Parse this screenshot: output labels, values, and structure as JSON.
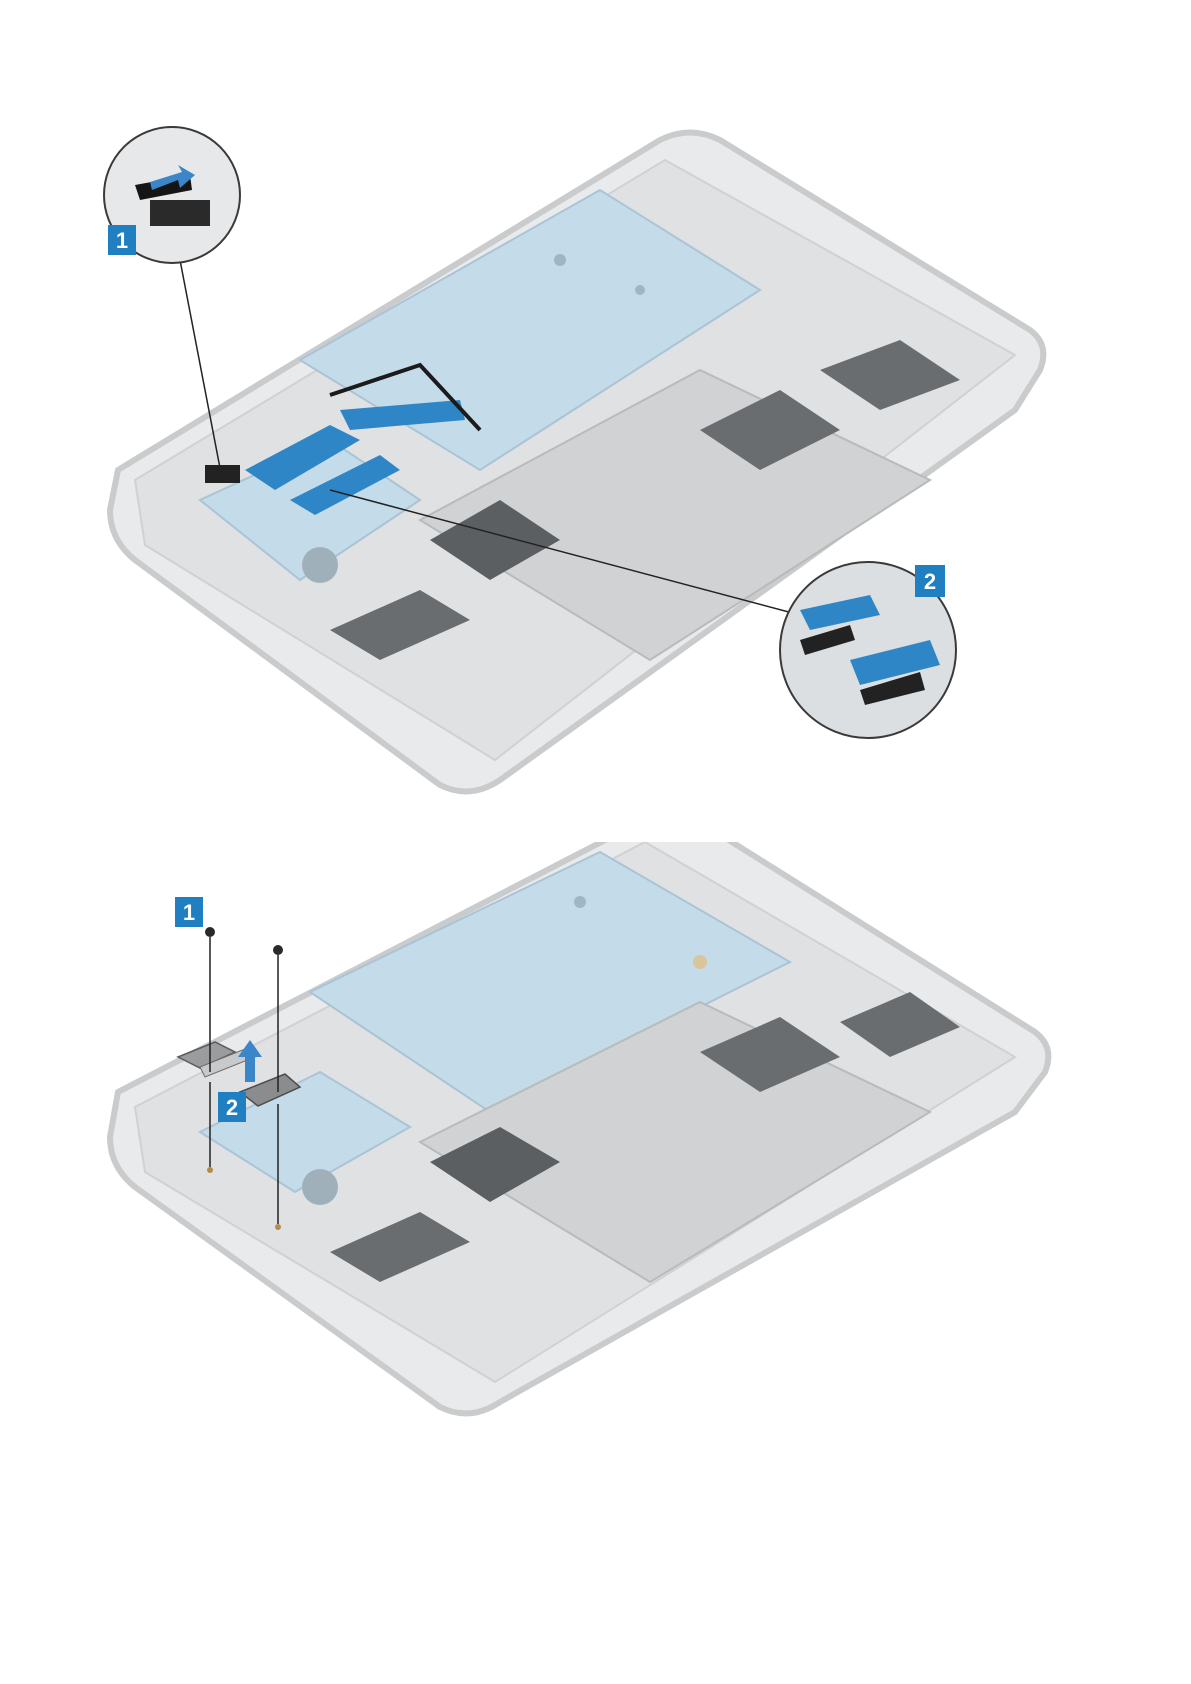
{
  "colors": {
    "callout_blue": "#1f7fc1",
    "board_blue": "#bcd6e6",
    "chassis_gray": "#d4d6d8",
    "arrow_blue": "#3a86c8"
  },
  "figure1": {
    "callouts": [
      {
        "label": "1"
      },
      {
        "label": "2"
      }
    ]
  },
  "figure2": {
    "callouts": [
      {
        "label": "1"
      },
      {
        "label": "2"
      }
    ]
  }
}
